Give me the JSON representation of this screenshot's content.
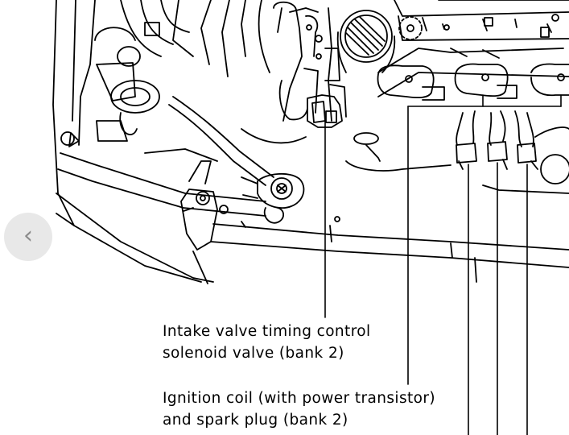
{
  "callouts": [
    {
      "line1": "Intake valve timing control",
      "line2": "solenoid valve (bank 2)"
    },
    {
      "line1": "Ignition coil (with power transistor)",
      "line2": "and spark plug (bank 2)"
    }
  ],
  "nav": {
    "back_icon": "chevron-left-icon",
    "back_glyph": "‹"
  }
}
